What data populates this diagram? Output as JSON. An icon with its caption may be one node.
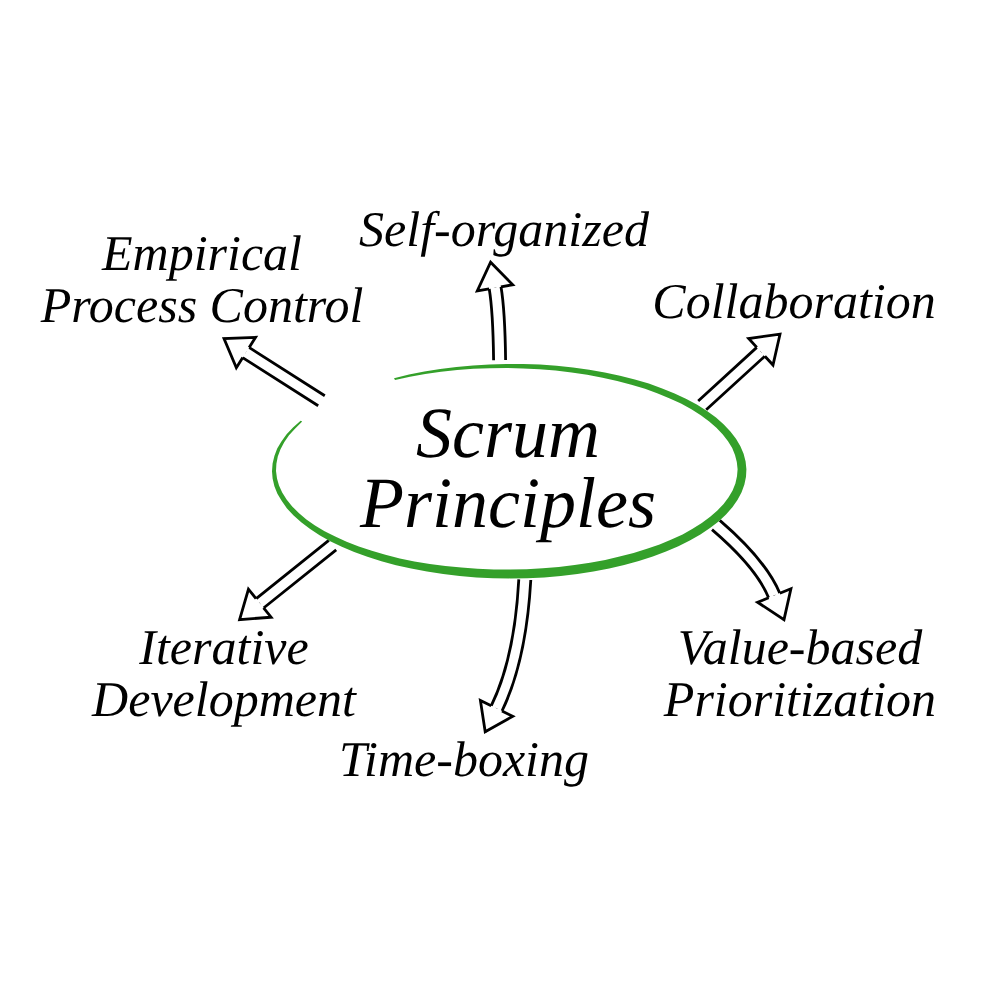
{
  "diagram": {
    "nodes": [
      {
        "text": [
          "Empirical Process Control"
        ]
      },
      {
        "text": [
          "Self-organized"
        ]
      },
      {
        "text": [
          "Collaboration"
        ]
      },
      {
        "text": [
          "Scrum Principles"
        ]
      },
      {
        "text": [
          "Iterative Development"
        ]
      },
      {
        "text": [
          "Value-based Prioritization"
        ]
      },
      {
        "text": [
          "Time-boxing"
        ]
      }
    ],
    "edges": [
      {
        "from": 3,
        "to": 0,
        "arrow": "to"
      },
      {
        "from": 3,
        "to": 1,
        "arrow": "to"
      },
      {
        "from": 3,
        "to": 2,
        "arrow": "to"
      },
      {
        "from": 3,
        "to": 4,
        "arrow": "to"
      },
      {
        "from": 3,
        "to": 6,
        "arrow": "to"
      },
      {
        "from": 3,
        "to": 5,
        "arrow": "to"
      }
    ]
  }
}
